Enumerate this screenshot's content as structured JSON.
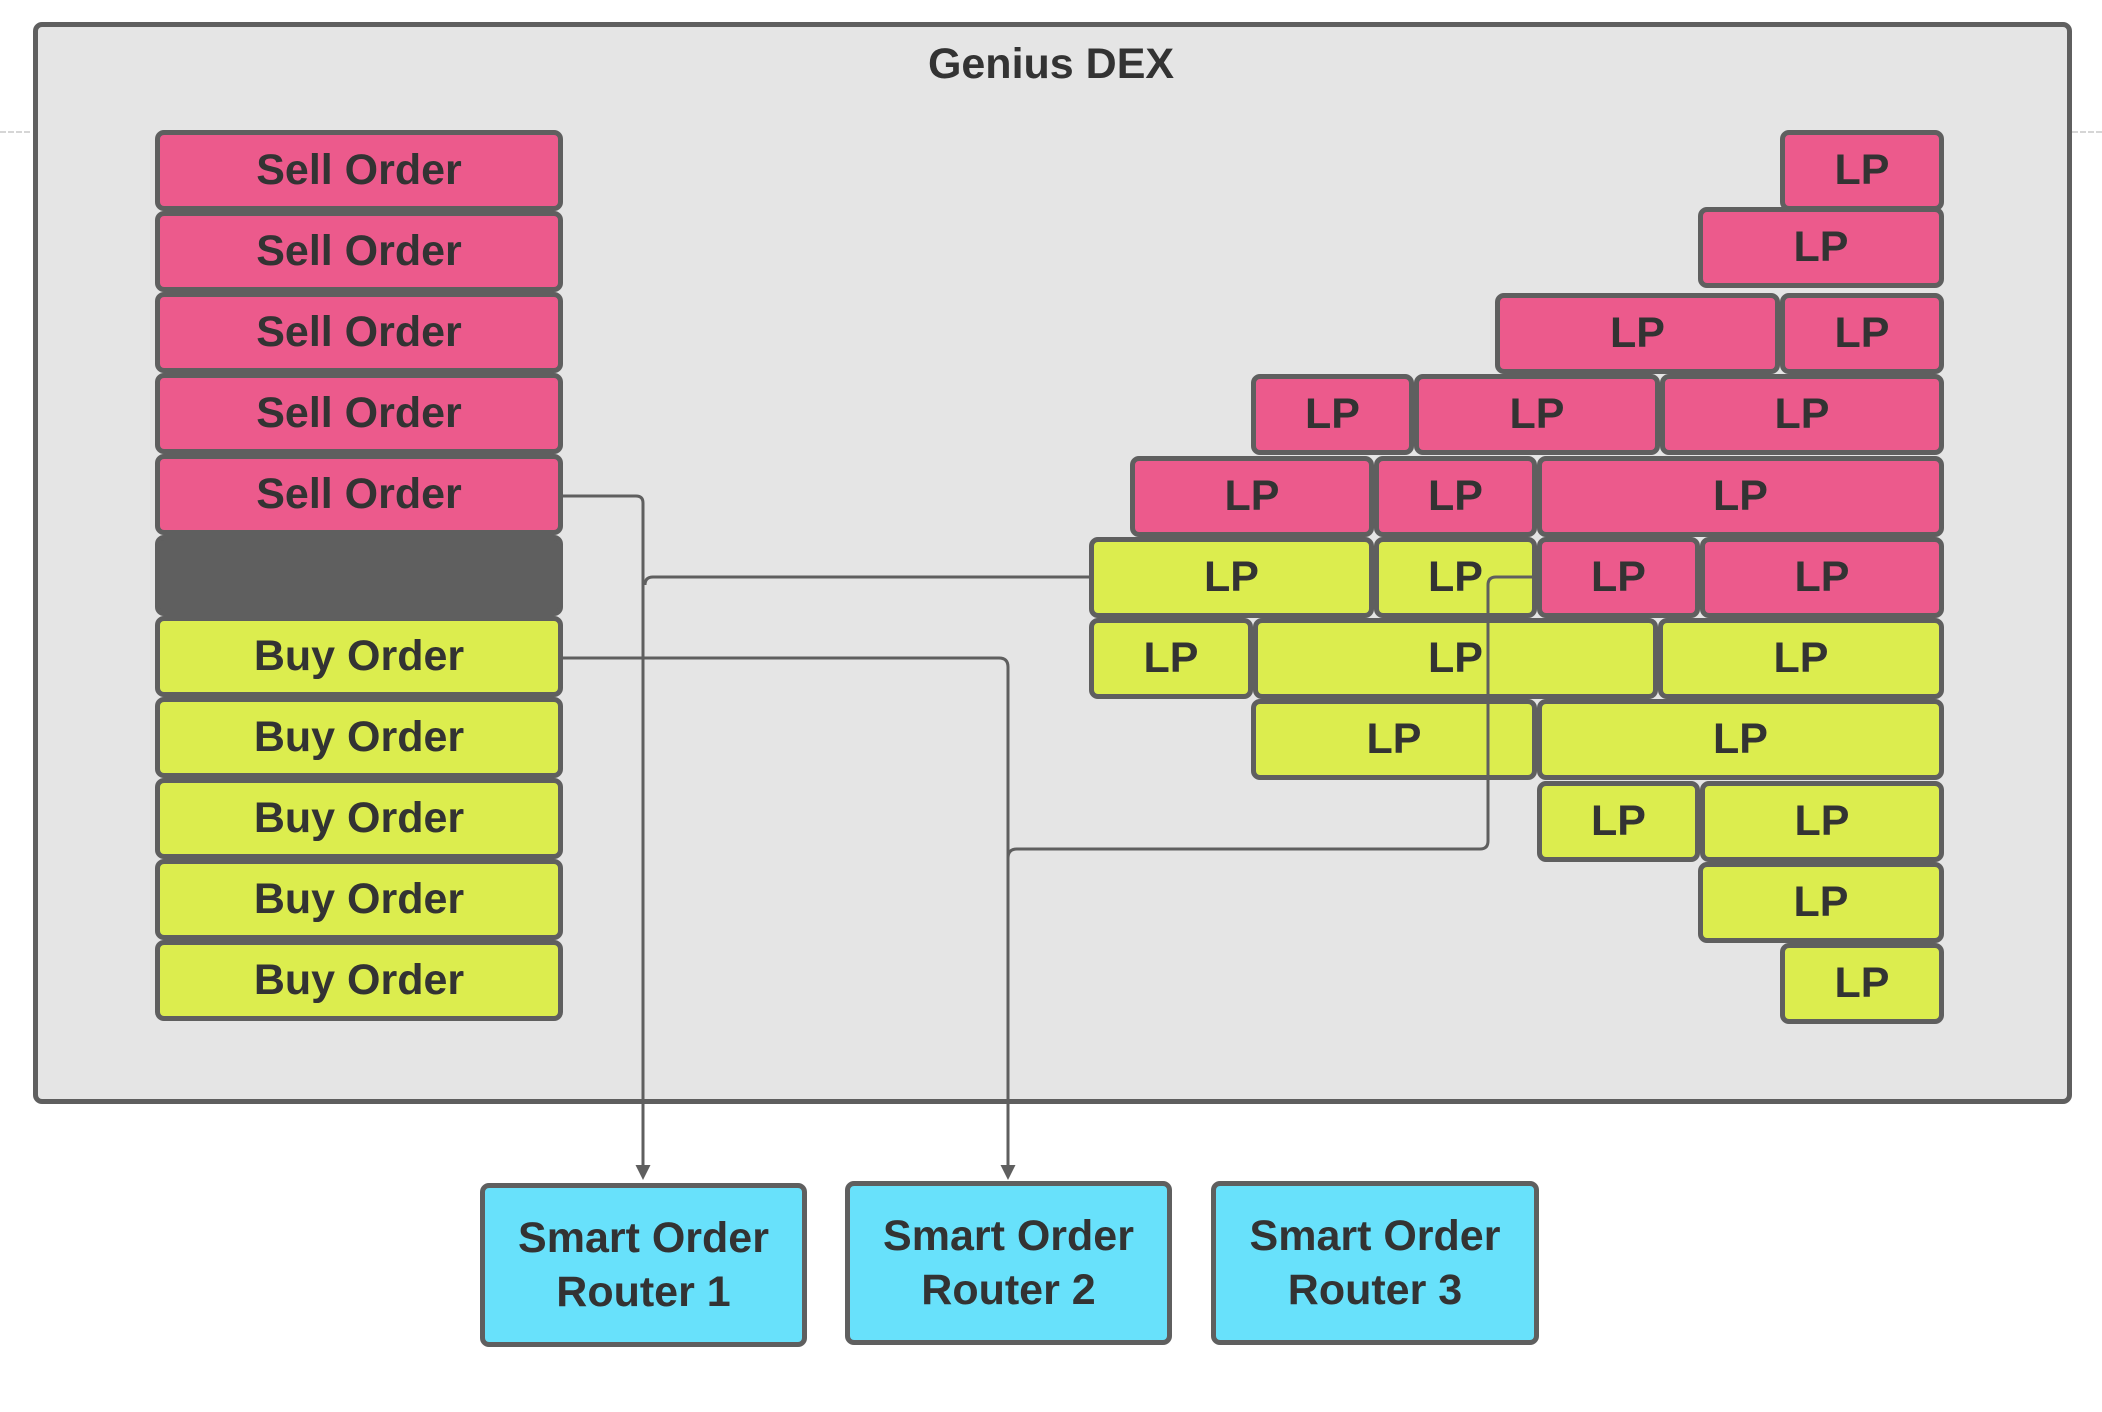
{
  "diagram": {
    "title": "Genius DEX",
    "orders": [
      {
        "label": "Sell Order",
        "type": "sell"
      },
      {
        "label": "Sell Order",
        "type": "sell"
      },
      {
        "label": "Sell Order",
        "type": "sell"
      },
      {
        "label": "Sell Order",
        "type": "sell"
      },
      {
        "label": "Sell Order",
        "type": "sell"
      },
      {
        "label": "",
        "type": "mid"
      },
      {
        "label": "Buy Order",
        "type": "buy"
      },
      {
        "label": "Buy Order",
        "type": "buy"
      },
      {
        "label": "Buy Order",
        "type": "buy"
      },
      {
        "label": "Buy Order",
        "type": "buy"
      },
      {
        "label": "Buy Order",
        "type": "buy"
      }
    ],
    "lp_label": "LP",
    "routers": [
      {
        "line1": "Smart Order",
        "line2": "Router 1"
      },
      {
        "line1": "Smart Order",
        "line2": "Router 2"
      },
      {
        "line1": "Smart Order",
        "line2": "Router 3"
      }
    ],
    "colors": {
      "sell": "#ec5a8c",
      "buy": "#dced4e",
      "spread": "#5f5f5f",
      "router": "#68e1fb",
      "container": "#e5e5e5",
      "border": "#5f5f5f"
    }
  }
}
